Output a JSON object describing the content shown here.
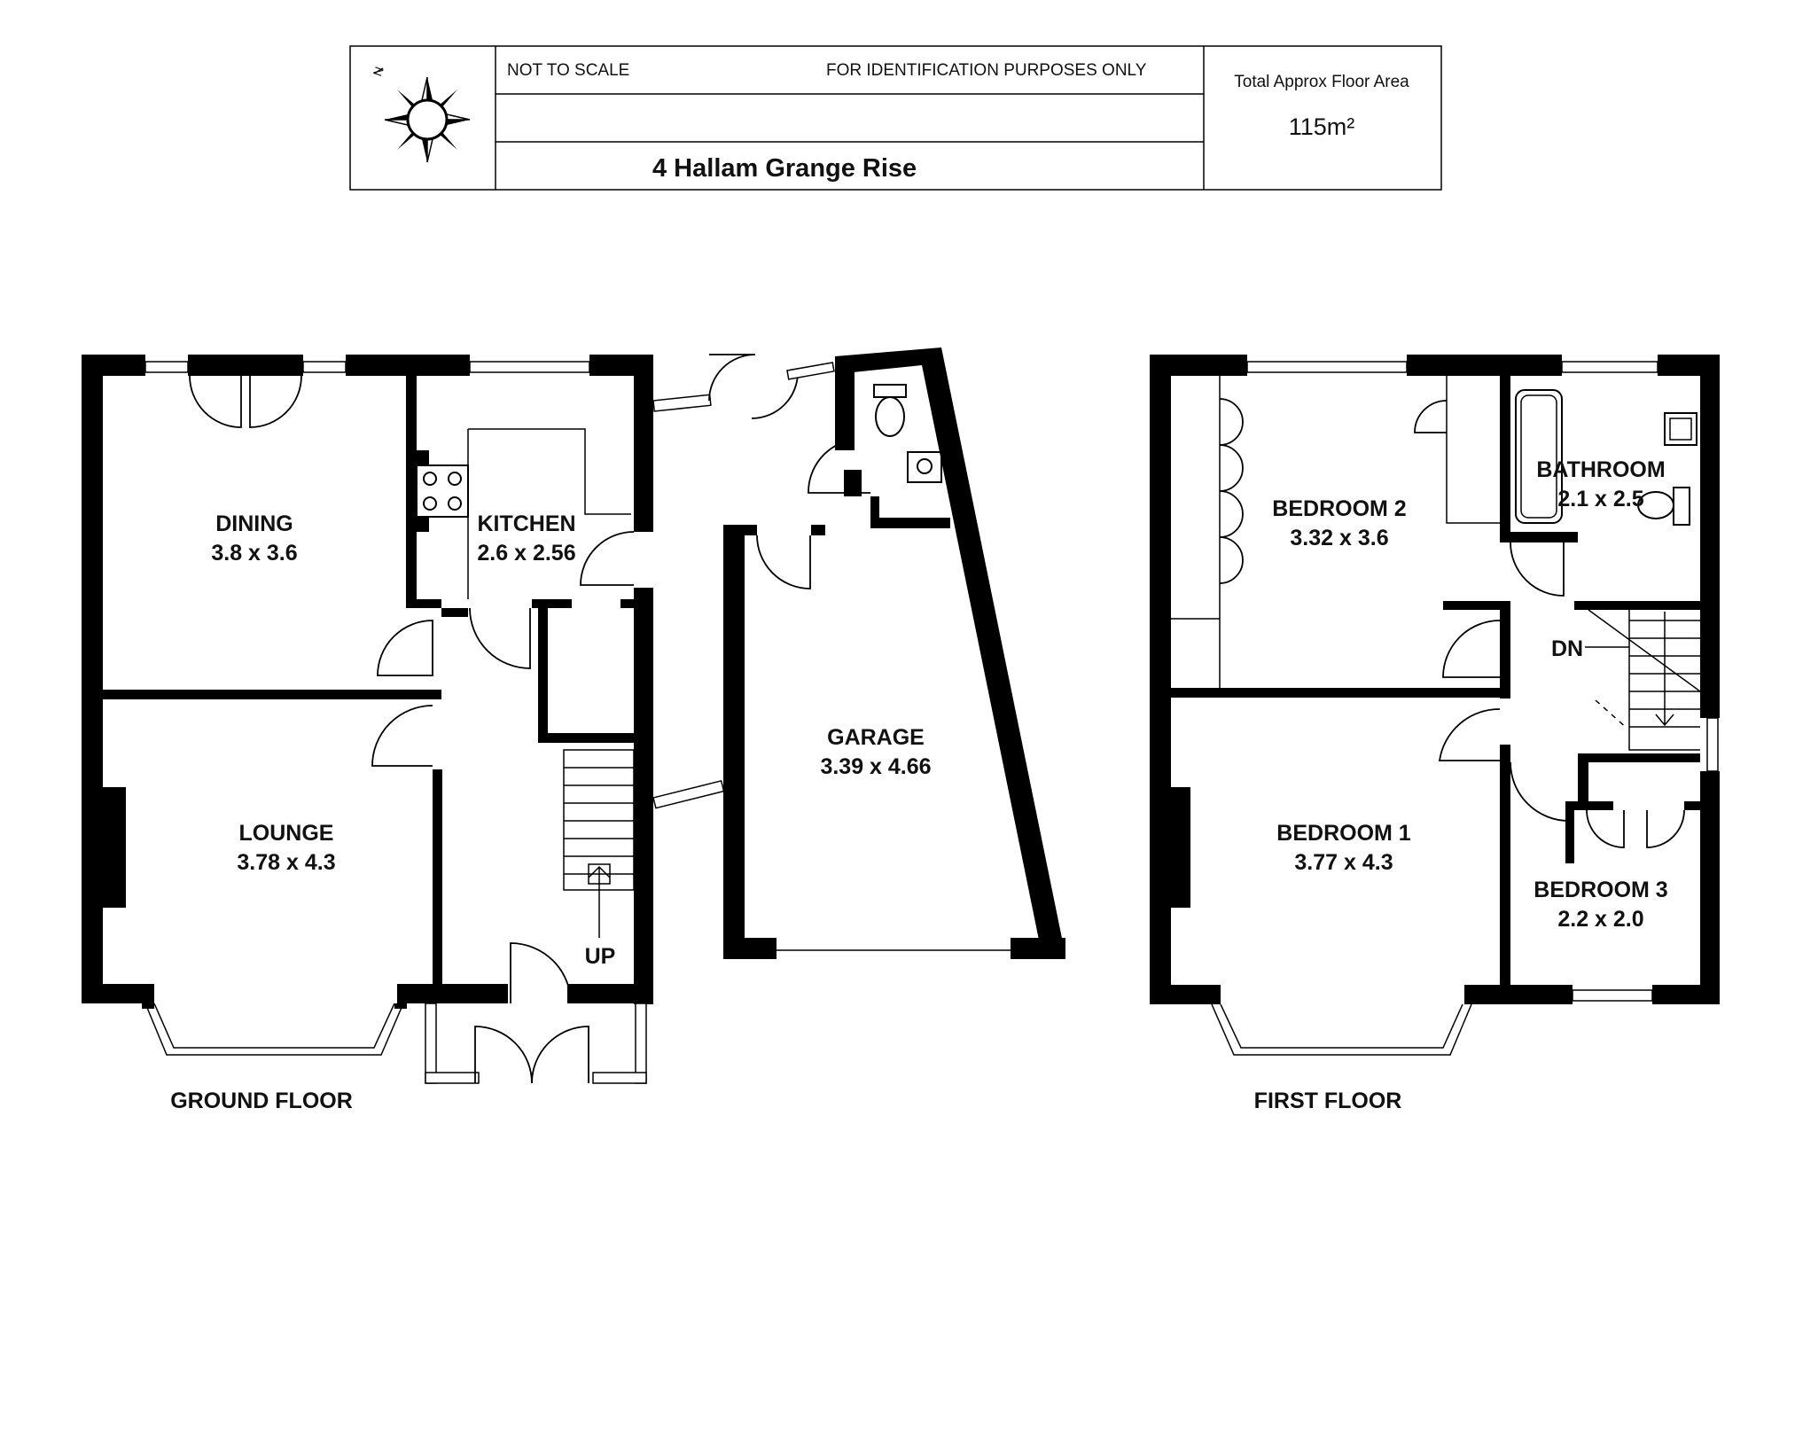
{
  "header": {
    "not_to_scale": "NOT TO SCALE",
    "identification": "FOR IDENTIFICATION PURPOSES ONLY",
    "address": "4 Hallam Grange Rise",
    "area_label": "Total Approx Floor Area",
    "area_value": "115m²",
    "compass_north": "N"
  },
  "ground_floor": {
    "title": "GROUND FLOOR",
    "stairs_label": "UP",
    "rooms": [
      {
        "name": "DINING",
        "size": "3.8 x 3.6"
      },
      {
        "name": "KITCHEN",
        "size": "2.6 x 2.56"
      },
      {
        "name": "LOUNGE",
        "size": "3.78 x 4.3"
      },
      {
        "name": "GARAGE",
        "size": "3.39 x 4.66"
      }
    ]
  },
  "first_floor": {
    "title": "FIRST FLOOR",
    "stairs_label": "DN",
    "rooms": [
      {
        "name": "BEDROOM 2",
        "size": "3.32 x 3.6"
      },
      {
        "name": "BATHROOM",
        "size": "2.1 x 2.5"
      },
      {
        "name": "BEDROOM 1",
        "size": "3.77 x 4.3"
      },
      {
        "name": "BEDROOM 3",
        "size": "2.2 x 2.0"
      }
    ]
  }
}
